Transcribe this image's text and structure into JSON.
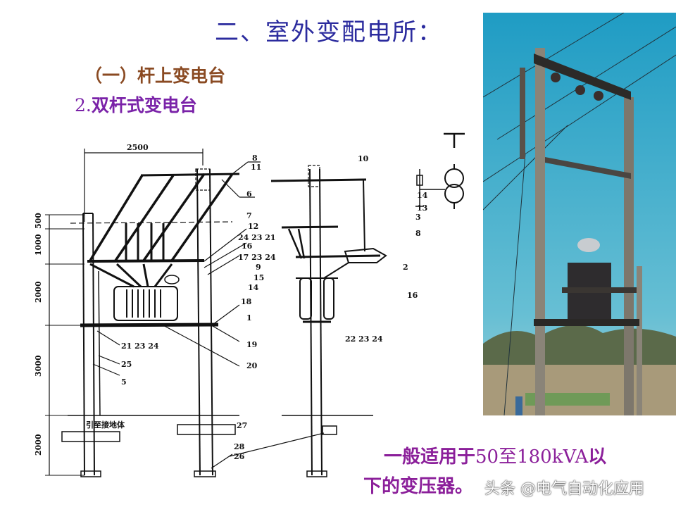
{
  "slide": {
    "title": "二、室外变配电所：",
    "subtitle1": "（一）杆上变电台",
    "subtitle2_num": "2.",
    "subtitle2_text": "双杆式变电台",
    "note_line1_a": "一般适用于",
    "note_line1_b": "50至180kVA",
    "note_line1_c": "以",
    "note_line2": "下的变压器。",
    "watermark": "头条 @电气自动化应用"
  },
  "diagram": {
    "dimension_top": "2500",
    "dimensions_vertical": [
      "500",
      "1000",
      "2000",
      "3000",
      "2000"
    ],
    "ground_label": "引至接地体",
    "callouts_left": [
      "8",
      "11",
      "6",
      "7",
      "12",
      "24 23 21",
      "16",
      "17 23 24",
      "9",
      "15",
      "14",
      "18",
      "1",
      "19",
      "20",
      "21 23 24",
      "25",
      "5",
      "27",
      "28",
      "26"
    ],
    "callouts_right": [
      "10",
      "14",
      "13",
      "3",
      "8",
      "2",
      "16",
      "22 23 24"
    ]
  },
  "photo": {
    "description": "double-pole transformer station photo",
    "sky_color": "#2fa6c8",
    "pole_color": "#8a8478"
  },
  "colors": {
    "title": "#2b2b9e",
    "subtitle1": "#8a4a22",
    "subtitle2": "#7a22a8",
    "note": "#8b1f9a"
  }
}
